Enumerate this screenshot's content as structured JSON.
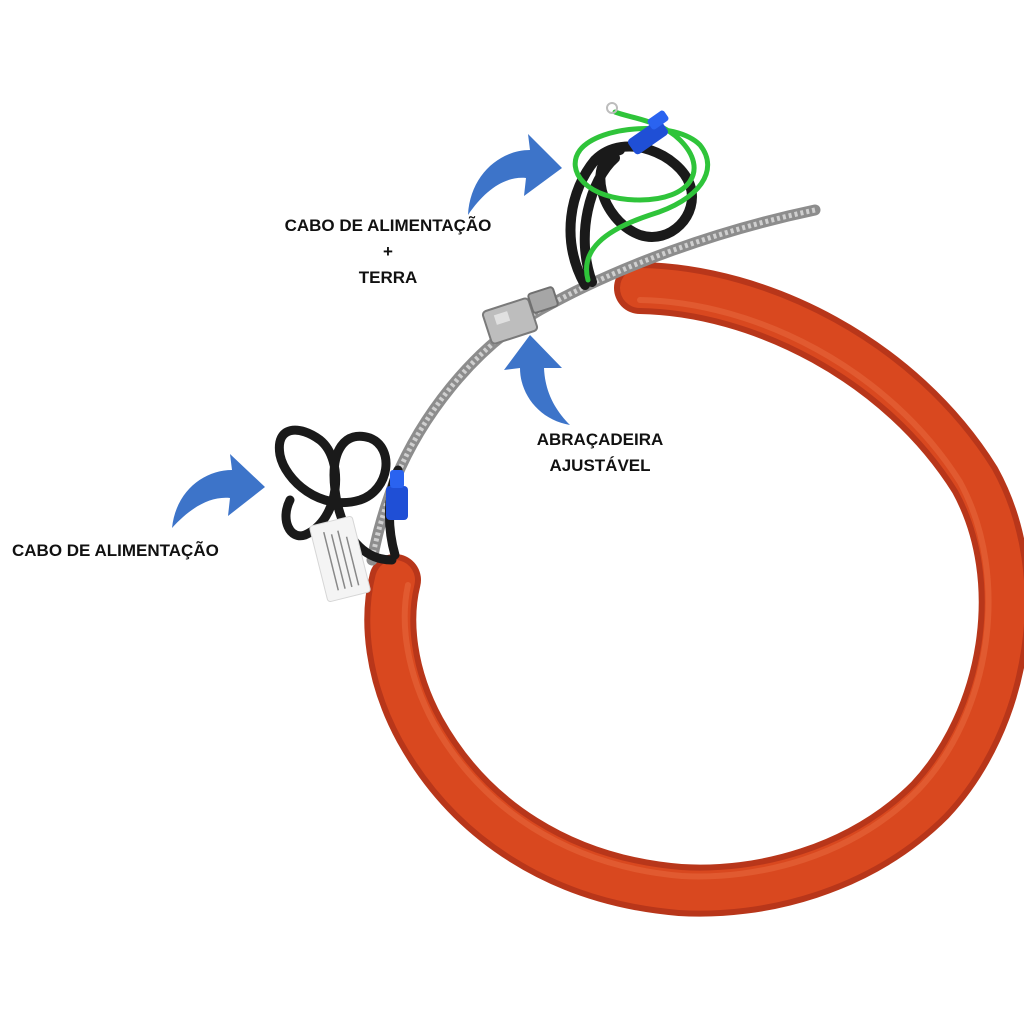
{
  "labels": {
    "power_ground": {
      "line1": "CABO DE ALIMENTAÇÃO",
      "line2": "+",
      "line3": "TERRA"
    },
    "clamp": {
      "line1": "ABRAÇADEIRA",
      "line2": "AJUSTÁVEL"
    },
    "power": {
      "line1": "CABO DE ALIMENTAÇÃO"
    }
  },
  "colors": {
    "heater_band": "#d9481f",
    "heater_band_dark": "#b8361a",
    "arrow": "#3d74c9",
    "ground_wire": "#2fc43a",
    "power_wire": "#1a1a1a",
    "terminal": "#1f4fd6",
    "clamp_steel": "#9a9a9a"
  },
  "icons": [
    "curved-arrow-icon"
  ]
}
